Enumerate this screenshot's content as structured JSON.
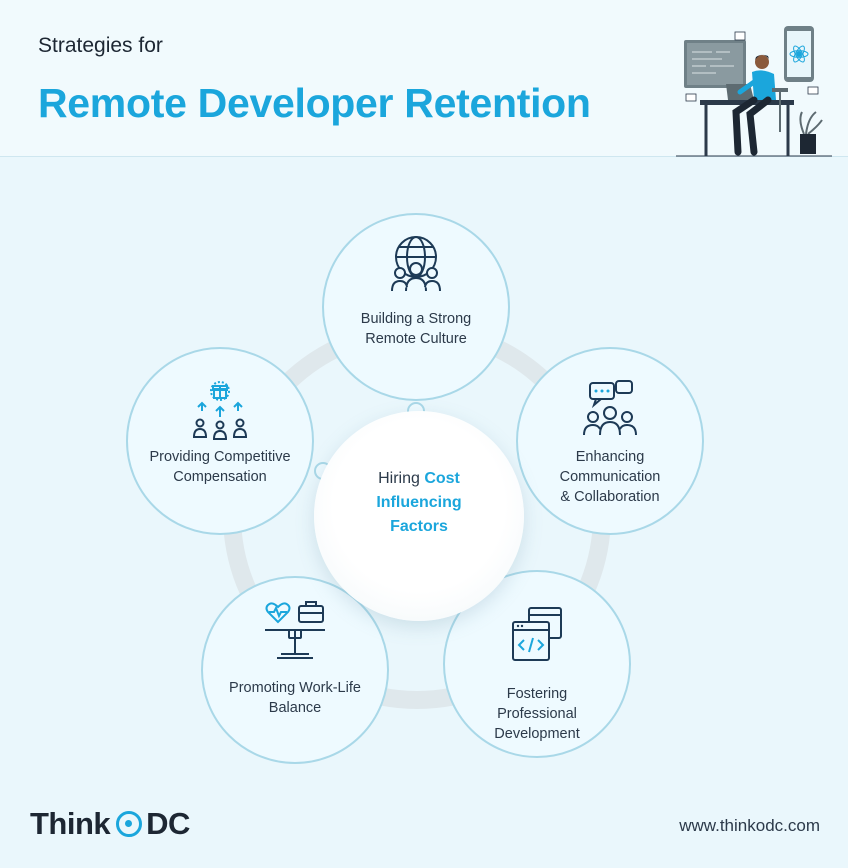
{
  "header": {
    "subtitle": "Strategies for",
    "title": "Remote Developer Retention"
  },
  "center": {
    "line1_plain": "Hiring ",
    "line1_highlight": "Cost",
    "line2": "Influencing",
    "line3": "Factors"
  },
  "nodes": [
    {
      "label": "Building a Strong\nRemote Culture",
      "icon": "globe-team-icon"
    },
    {
      "label": "Enhancing\nCommunication\n& Collaboration",
      "icon": "chat-team-icon"
    },
    {
      "label": "Fostering\nProfessional\nDevelopment",
      "icon": "code-window-icon"
    },
    {
      "label": "Promoting Work-Life\nBalance",
      "icon": "balance-scale-icon"
    },
    {
      "label": "Providing Competitive\nCompensation",
      "icon": "gift-growth-icon"
    }
  ],
  "footer": {
    "logo_part1": "Think",
    "logo_part2": "DC",
    "website": "www.thinkodc.com"
  },
  "colors": {
    "accent": "#1ba6dc",
    "node_border": "#a9d8e8",
    "background": "#eaf7fc",
    "text": "#2c3a4a"
  }
}
